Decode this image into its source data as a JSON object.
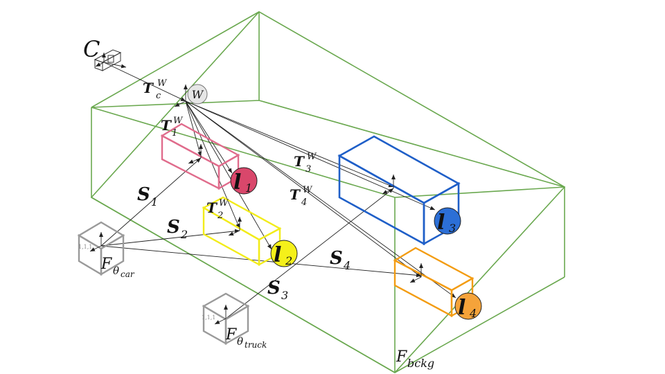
{
  "colors": {
    "world_box": "#6aa84f",
    "car1": "#e06c8c",
    "car2": "#f2ec1a",
    "truck": "#1f5fc8",
    "car4": "#f39c12",
    "light1": "#d9476b",
    "light2": "#f5f01a",
    "light3": "#2c6fd6",
    "light4": "#f5a33a",
    "canonical_cube": "#9a9a9a",
    "world_node": "#e6e6e6",
    "arrow": "#222222"
  },
  "labels": {
    "camera": {
      "main": "C"
    },
    "world_node": "W",
    "T_c": {
      "main": "T",
      "sub": "c",
      "sup": "W"
    },
    "T_1": {
      "main": "T",
      "sub": "1",
      "sup": "W"
    },
    "T_2": {
      "main": "T",
      "sub": "2",
      "sup": "W"
    },
    "T_3": {
      "main": "T",
      "sub": "3",
      "sup": "W"
    },
    "T_4": {
      "main": "T",
      "sub": "4",
      "sup": "W"
    },
    "S_1": {
      "main": "S",
      "sub": "1"
    },
    "S_2": {
      "main": "S",
      "sub": "2"
    },
    "S_3": {
      "main": "S",
      "sub": "3"
    },
    "S_4": {
      "main": "S",
      "sub": "4"
    },
    "l_1": {
      "main": "l",
      "sub": "1"
    },
    "l_2": {
      "main": "l",
      "sub": "2"
    },
    "l_3": {
      "main": "l",
      "sub": "3"
    },
    "l_4": {
      "main": "l",
      "sub": "4"
    },
    "F_car": {
      "main": "F",
      "sub": "θ",
      "subsub": "car"
    },
    "F_truck": {
      "main": "F",
      "sub": "θ",
      "subsub": "truck"
    },
    "F_bckg": {
      "main": "F",
      "sub": "bckg"
    },
    "cube_car_tag": "1,1,1",
    "cube_truck_tag": "1,1,1"
  }
}
